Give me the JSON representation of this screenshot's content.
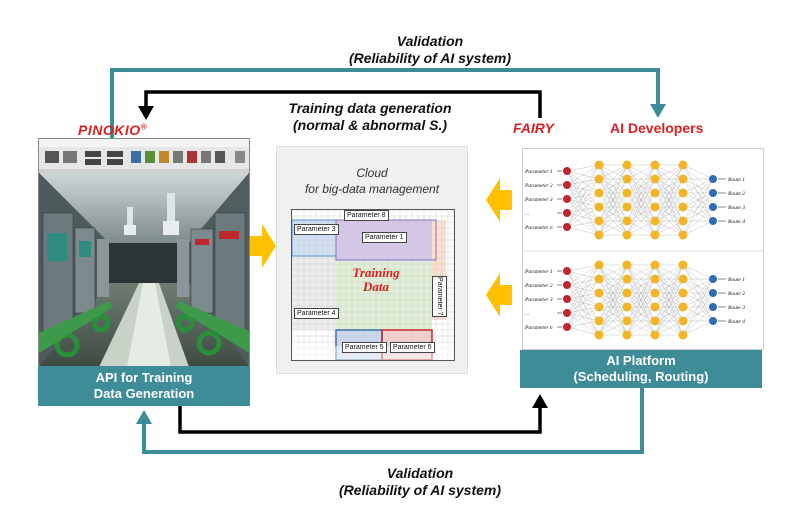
{
  "validation_top": {
    "line1": "Validation",
    "line2": "(Reliability of AI system)"
  },
  "validation_bottom": {
    "line1": "Validation",
    "line2": "(Reliability of AI system)"
  },
  "training_gen": {
    "line1": "Training data  generation",
    "line2": "(normal &  abnormal S.)"
  },
  "pinokio_label": "PINOKIO",
  "pinokio_mark": "®",
  "fairy_label": "FAIRY",
  "ai_developers_label": "AI Developers",
  "api_box": {
    "line1": "API for Training",
    "line2": "Data Generation"
  },
  "cloud": {
    "line1": "Cloud",
    "line2": "for big-data management"
  },
  "training_data": {
    "line1": "Training",
    "line2": "Data"
  },
  "parameters": {
    "p8": "Parameter 8",
    "p3": "Parameter 3",
    "p1": "Parameter 1",
    "p7": "Parameter 7",
    "p4": "Parameter 4",
    "p5": "Parameter 5",
    "p6": "Parameter 6"
  },
  "ai_platform": {
    "line1": "AI Platform",
    "line2": "(Scheduling, Routing)"
  },
  "nn_inputs": [
    "Parameter 1",
    "Parameter 2",
    "Parameter 3",
    "...",
    "Parameter n"
  ],
  "nn_outputs": [
    "Route 1",
    "Route 2",
    "Route 3",
    "Route 4"
  ],
  "colors": {
    "teal": "#3f8c99",
    "red_label": "#d92020",
    "arrow_yellow": "#ffc000",
    "input_node": "#c0272d",
    "hidden_node": "#f2b526",
    "output_node": "#2f6db5"
  }
}
